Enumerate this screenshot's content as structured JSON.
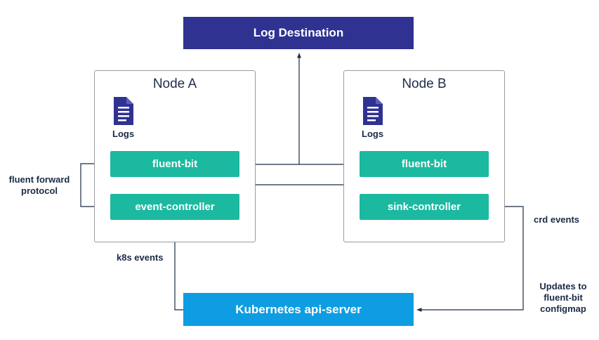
{
  "log_destination": "Log Destination",
  "api_server": "Kubernetes api-server",
  "node_a": {
    "title": "Node A",
    "logs_label": "Logs",
    "fluent_bit": "fluent-bit",
    "controller": "event-controller"
  },
  "node_b": {
    "title": "Node B",
    "logs_label": "Logs",
    "fluent_bit": "fluent-bit",
    "controller": "sink-controller"
  },
  "labels": {
    "fluent_forward": "fluent forward protocol",
    "k8s_events": "k8s events",
    "crd_events": "crd events",
    "updates": "Updates to fluent-bit configmap"
  },
  "colors": {
    "log_destination": "#2f3290",
    "api_server": "#0e9de2",
    "component": "#1bb9a0",
    "icon": "#2f3290",
    "line": "#1a2a45"
  },
  "icons": [
    "document-icon",
    "document-icon"
  ]
}
